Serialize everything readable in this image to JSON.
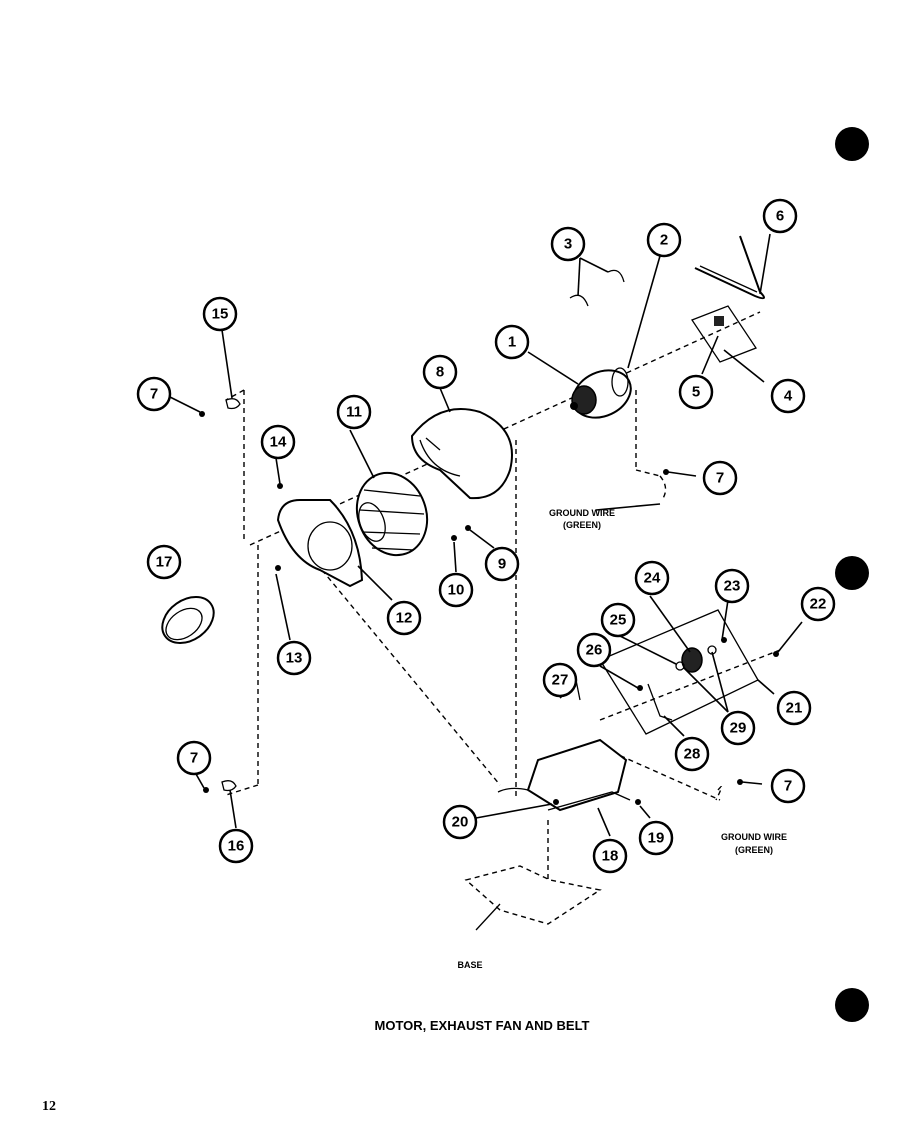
{
  "title": "MOTOR, EXHAUST FAN AND BELT",
  "page_number": "12",
  "labels": {
    "ground_wire_upper_1": "GROUND WIRE",
    "ground_wire_upper_2": "(GREEN)",
    "ground_wire_lower_1": "GROUND WIRE",
    "ground_wire_lower_2": "(GREEN)",
    "base": "BASE"
  },
  "callouts": {
    "c1": "1",
    "c2": "2",
    "c3": "3",
    "c4": "4",
    "c5": "5",
    "c6": "6",
    "c7a": "7",
    "c7b": "7",
    "c7c": "7",
    "c7d": "7",
    "c8": "8",
    "c9": "9",
    "c10": "10",
    "c11": "11",
    "c12": "12",
    "c13": "13",
    "c14": "14",
    "c15": "15",
    "c16": "16",
    "c17": "17",
    "c18": "18",
    "c19": "19",
    "c20": "20",
    "c21": "21",
    "c22": "22",
    "c23": "23",
    "c24": "24",
    "c25": "25",
    "c26": "26",
    "c27": "27",
    "c28": "28",
    "c29": "29"
  }
}
